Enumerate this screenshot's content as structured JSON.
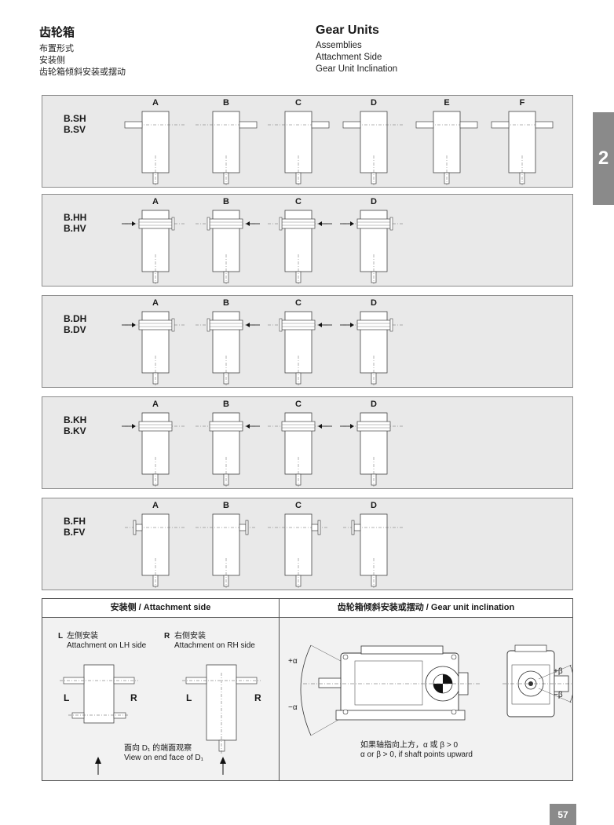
{
  "header_cn": {
    "title": "齿轮箱",
    "lines": [
      "布置形式",
      "安装侧",
      "齿轮箱倾斜安装或摆动"
    ]
  },
  "header_en": {
    "title": "Gear Units",
    "lines": [
      "Assemblies",
      "Attachment Side",
      "Gear Unit Inclination"
    ]
  },
  "chapter_tab": "2",
  "panels": [
    {
      "label1": "B.SH",
      "label2": "B.SV",
      "cols": [
        "A",
        "B",
        "C",
        "D",
        "E",
        "F"
      ]
    },
    {
      "label1": "B.HH",
      "label2": "B.HV",
      "cols": [
        "A",
        "B",
        "C",
        "D"
      ]
    },
    {
      "label1": "B.DH",
      "label2": "B.DV",
      "cols": [
        "A",
        "B",
        "C",
        "D"
      ]
    },
    {
      "label1": "B.KH",
      "label2": "B.KV",
      "cols": [
        "A",
        "B",
        "C",
        "D"
      ]
    },
    {
      "label1": "B.FH",
      "label2": "B.FV",
      "cols": [
        "A",
        "B",
        "C",
        "D"
      ]
    }
  ],
  "attachment": {
    "header": "安装侧   / Attachment side",
    "l_code": "L",
    "l_cn": "左侧安装",
    "l_en": "Attachment on LH side",
    "r_code": "R",
    "r_cn": "右侧安装",
    "r_en": "Attachment on RH side",
    "view_cn": "面向 D₁ 的端面观察",
    "view_en": "View on end face of D₁"
  },
  "inclination": {
    "header": "齿轮箱倾斜安装或摆动 / Gear unit inclination",
    "plus_alpha": "+α",
    "minus_alpha": "−α",
    "plus_beta": "+β",
    "minus_beta": "−β",
    "note_cn": "如果轴指向上方，α  或  β > 0",
    "note_en": "α  or  β > 0,  if shaft points upward"
  },
  "page_number": "57"
}
